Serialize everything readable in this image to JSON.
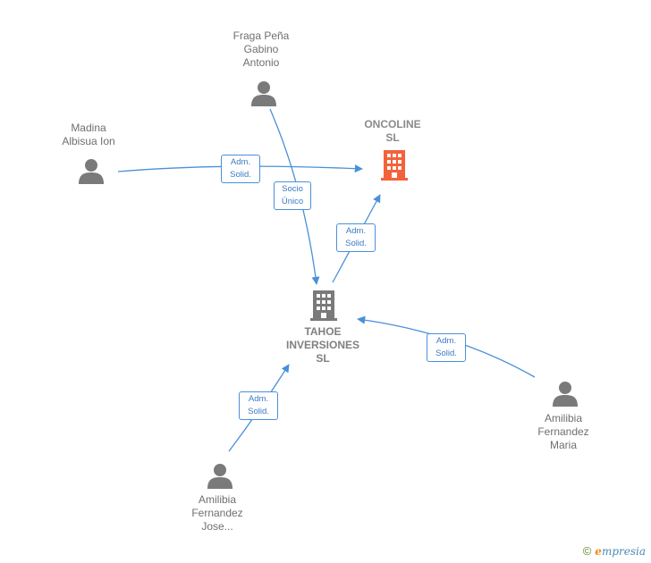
{
  "nodes": {
    "fraga": {
      "label": "Fraga Peña\nGabino\nAntonio"
    },
    "madina": {
      "label": "Madina\nAlbisua Ion"
    },
    "oncoline": {
      "label": "ONCOLINE\nSL"
    },
    "tahoe": {
      "label": "TAHOE\nINVERSIONES\nSL"
    },
    "amilibia_maria": {
      "label": "Amilibia\nFernandez\nMaria"
    },
    "amilibia_jose": {
      "label": "Amilibia\nFernandez\nJose..."
    }
  },
  "edges": {
    "madina_oncoline": {
      "label": "Adm.\nSolid."
    },
    "fraga_tahoe": {
      "label": "Socio\nÚnico"
    },
    "tahoe_oncoline": {
      "label": "Adm.\nSolid."
    },
    "maria_tahoe": {
      "label": "Adm.\nSolid."
    },
    "jose_tahoe": {
      "label": "Adm.\nSolid."
    }
  },
  "colors": {
    "edge": "#4a90d9",
    "person_icon": "#7a7a7a",
    "company_icon": "#7a7a7a",
    "main_company_icon": "#f4623a"
  },
  "footer": {
    "copyright": "©",
    "brand_e": "e",
    "brand_rest": "mpresia"
  }
}
